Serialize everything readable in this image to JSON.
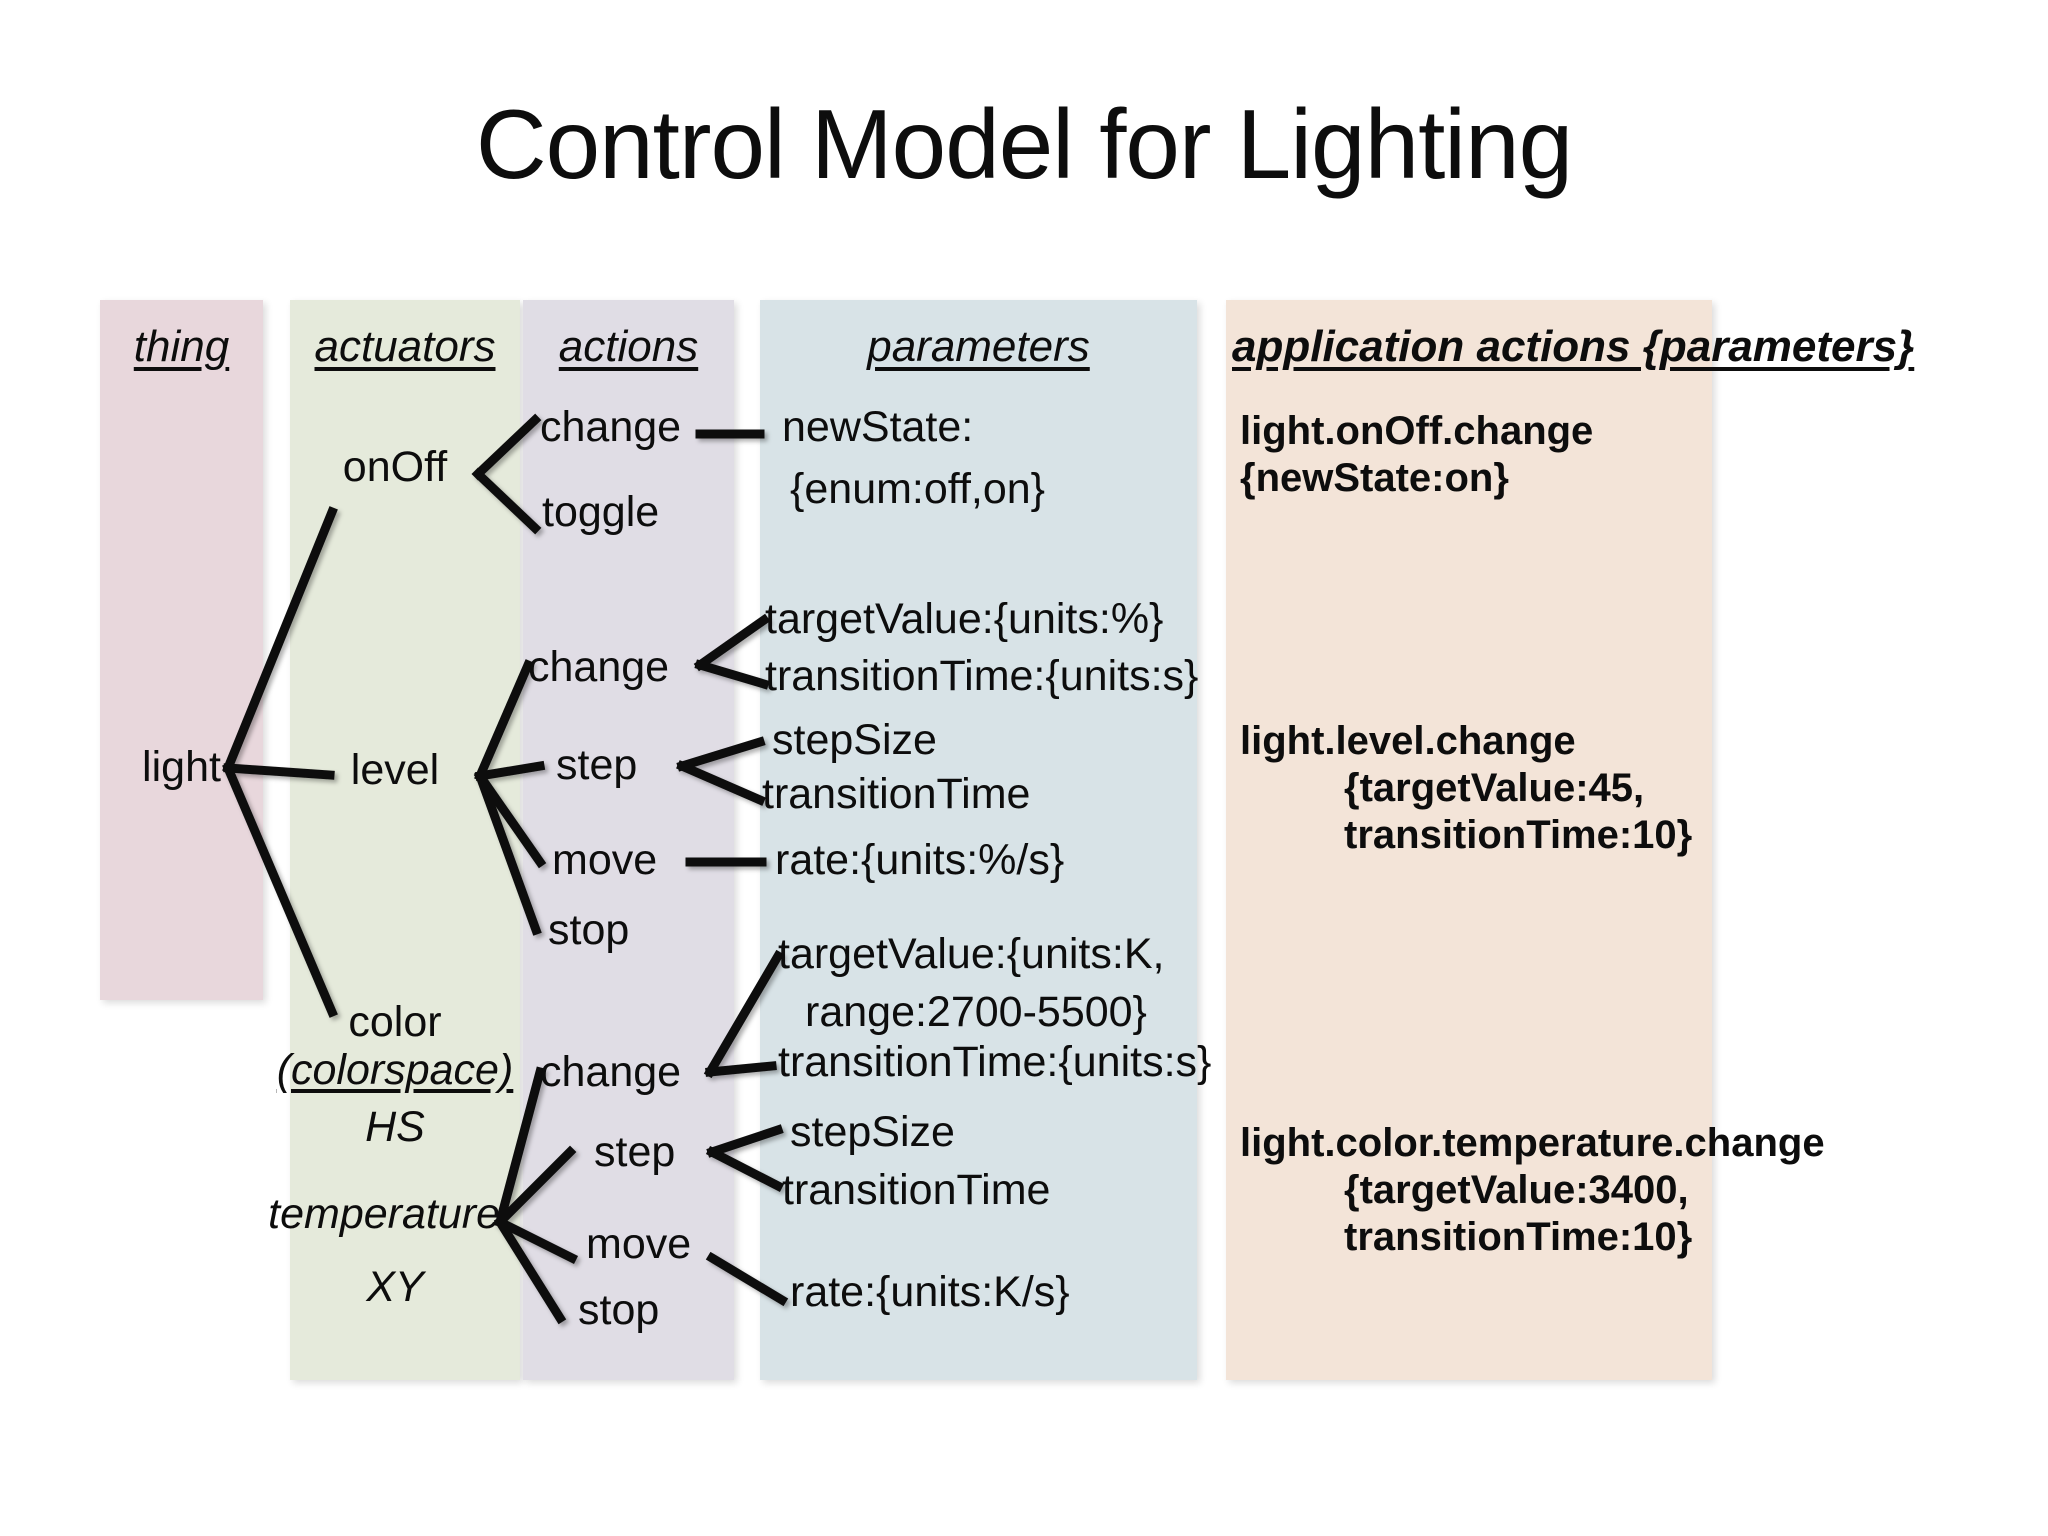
{
  "title": "Control Model for Lighting",
  "columns": {
    "thing": {
      "header": "thing",
      "color": "#e8d7dc"
    },
    "actuators": {
      "header": "actuators",
      "color": "#e5eadb"
    },
    "actions": {
      "header": "actions",
      "color": "#e0dde5"
    },
    "parameters": {
      "header": "parameters",
      "color": "#d8e3e7"
    },
    "app_actions": {
      "header": "application actions {parameters}",
      "color": "#f3e4d8"
    }
  },
  "thing": {
    "name": "light"
  },
  "actuators": {
    "onoff": "onOff",
    "level": "level",
    "color": "color",
    "colorspace_label": "(colorspace)",
    "colorspaces": [
      "HS",
      "temperature",
      "XY"
    ]
  },
  "actions": {
    "onoff": [
      "change",
      "toggle"
    ],
    "level": [
      "change",
      "step",
      "move",
      "stop"
    ],
    "color": [
      "change",
      "step",
      "move",
      "stop"
    ]
  },
  "parameters": {
    "onoff_change": [
      "newState:",
      "{enum:off,on}"
    ],
    "level_change": [
      "targetValue:{units:%}",
      "transitionTime:{units:s}"
    ],
    "level_step": [
      "stepSize",
      "transitionTime"
    ],
    "level_move": [
      "rate:{units:%/s}"
    ],
    "color_change": [
      "targetValue:{units:K,",
      "range:2700-5500}",
      "transitionTime:{units:s}"
    ],
    "color_step": [
      "stepSize",
      "transitionTime"
    ],
    "color_move": [
      "rate:{units:K/s}"
    ]
  },
  "app_actions": [
    {
      "name": "onoff-example",
      "lines": [
        "light.onOff.change",
        "{newState:on}"
      ],
      "indent": [
        false,
        false
      ]
    },
    {
      "name": "level-example",
      "lines": [
        "light.level.change",
        "{targetValue:45,",
        "transitionTime:10}"
      ],
      "indent": [
        false,
        true,
        true
      ]
    },
    {
      "name": "color-temperature-example",
      "lines": [
        "light.color.temperature.change",
        "{targetValue:3400,",
        "transitionTime:10}"
      ],
      "indent": [
        false,
        true,
        true
      ]
    }
  ]
}
